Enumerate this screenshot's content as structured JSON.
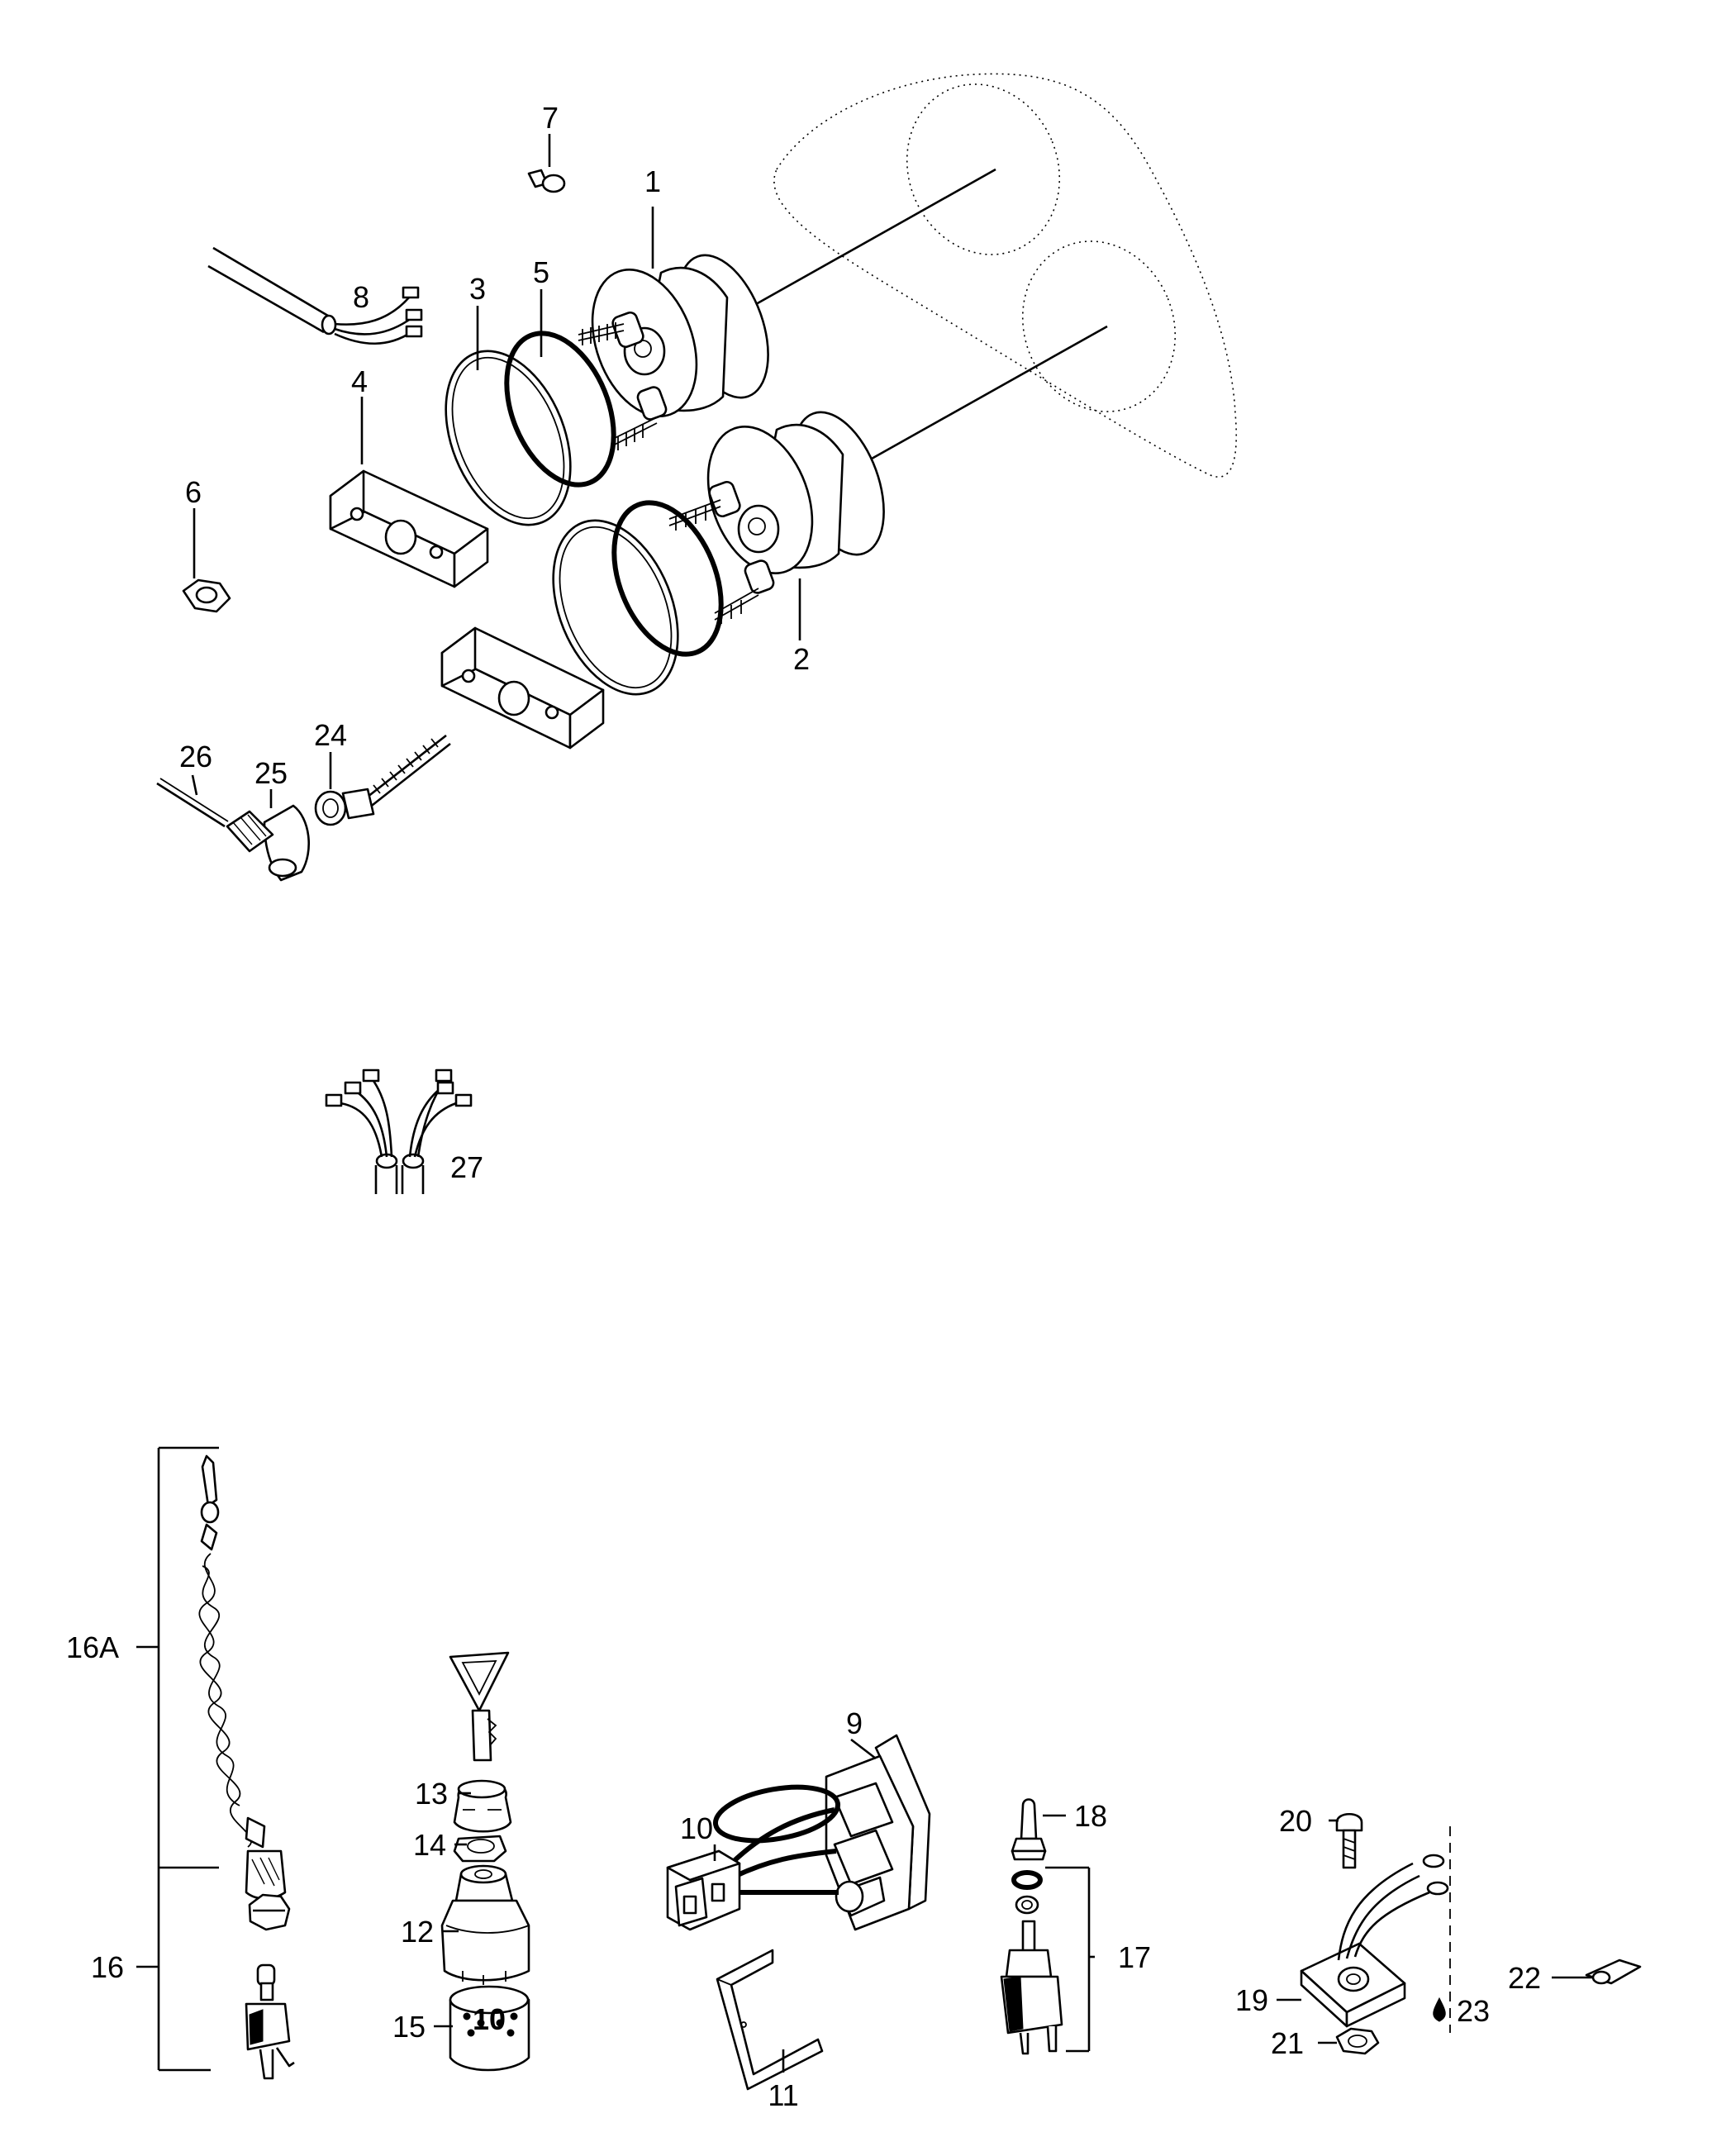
{
  "parts": [
    {
      "id": "p1",
      "number": "1"
    },
    {
      "id": "p2",
      "number": "2"
    },
    {
      "id": "p3",
      "number": "3"
    },
    {
      "id": "p4",
      "number": "4"
    },
    {
      "id": "p5",
      "number": "5"
    },
    {
      "id": "p6",
      "number": "6"
    },
    {
      "id": "p7",
      "number": "7"
    },
    {
      "id": "p8",
      "number": "8"
    },
    {
      "id": "p9",
      "number": "9"
    },
    {
      "id": "p10",
      "number": "10"
    },
    {
      "id": "p11",
      "number": "11"
    },
    {
      "id": "p12",
      "number": "12"
    },
    {
      "id": "p13",
      "number": "13"
    },
    {
      "id": "p14",
      "number": "14"
    },
    {
      "id": "p15",
      "number": "15"
    },
    {
      "id": "p16",
      "number": "16"
    },
    {
      "id": "p16a",
      "number": "16A"
    },
    {
      "id": "p17",
      "number": "17"
    },
    {
      "id": "p18",
      "number": "18"
    },
    {
      "id": "p19",
      "number": "19"
    },
    {
      "id": "p20",
      "number": "20"
    },
    {
      "id": "p21",
      "number": "21"
    },
    {
      "id": "p22",
      "number": "22"
    },
    {
      "id": "p23",
      "number": "23"
    },
    {
      "id": "p24",
      "number": "24"
    },
    {
      "id": "p25",
      "number": "25"
    },
    {
      "id": "p26",
      "number": "26"
    },
    {
      "id": "p27",
      "number": "27"
    }
  ],
  "key_tag_text": "10"
}
